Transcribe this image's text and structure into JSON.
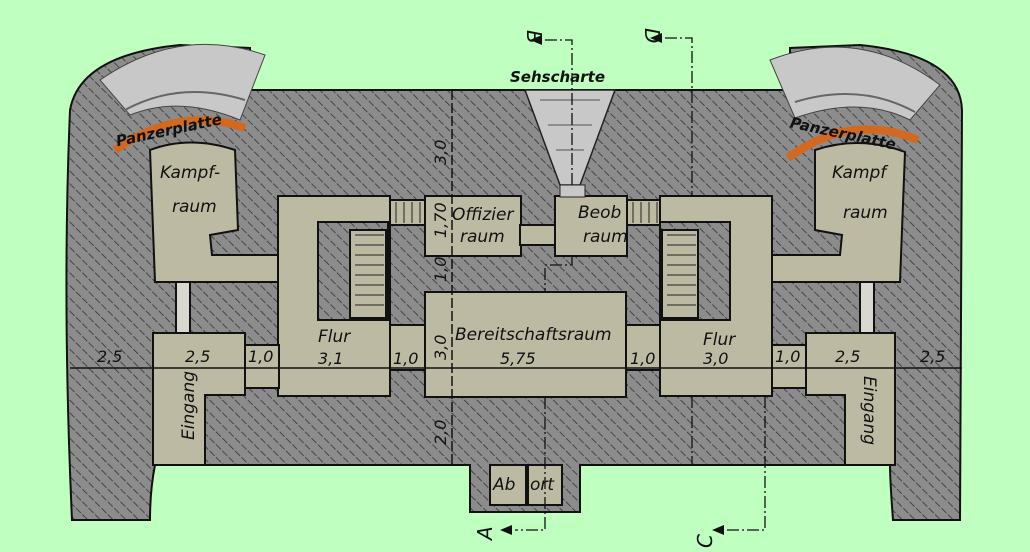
{
  "labels": {
    "sehscharte": "Sehscharte",
    "panzerplatte_left": "Panzerplatte",
    "panzerplatte_right": "Panzerplatte",
    "kampfraum_left_1": "Kampf-",
    "kampfraum_left_2": "raum",
    "kampfraum_right_1": "Kampf",
    "kampfraum_right_2": "raum",
    "offizier_1": "Offizier",
    "offizier_2": "raum",
    "beob_1": "Beob",
    "beob_2": "raum",
    "bereitschaft": "Bereitschaftsraum",
    "bereitschaft_dim": "5,75",
    "flur_left": "Flur",
    "flur_left_dim": "3,1",
    "flur_right": "Flur",
    "flur_right_dim": "3,0",
    "eingang_left": "Eingang",
    "eingang_right": "Eingang",
    "abort_1": "Ab",
    "abort_2": "ort"
  },
  "dimensions": {
    "h_left_outer": "2,5",
    "h_left_eingang": "2,5",
    "h_left_conn": "1,0",
    "h_left_flur_conn": "1,0",
    "h_right_flur_conn": "1,0",
    "h_right_conn": "1,0",
    "h_right_eingang": "2,5",
    "h_right_outer": "2,5",
    "v_top": "3,0",
    "v_offizier": "1,70",
    "v_wall": "1,0",
    "v_bereitschaft": "3,0",
    "v_bottom": "2,0"
  },
  "sections": {
    "a": "A",
    "b": "B",
    "c": "C",
    "d": "D"
  },
  "colors": {
    "background": "#bfffbf",
    "concrete": "#8c8c8c",
    "room": "#bdbaa4",
    "armor": "#d2691e",
    "turret": "#c8c8c8"
  }
}
